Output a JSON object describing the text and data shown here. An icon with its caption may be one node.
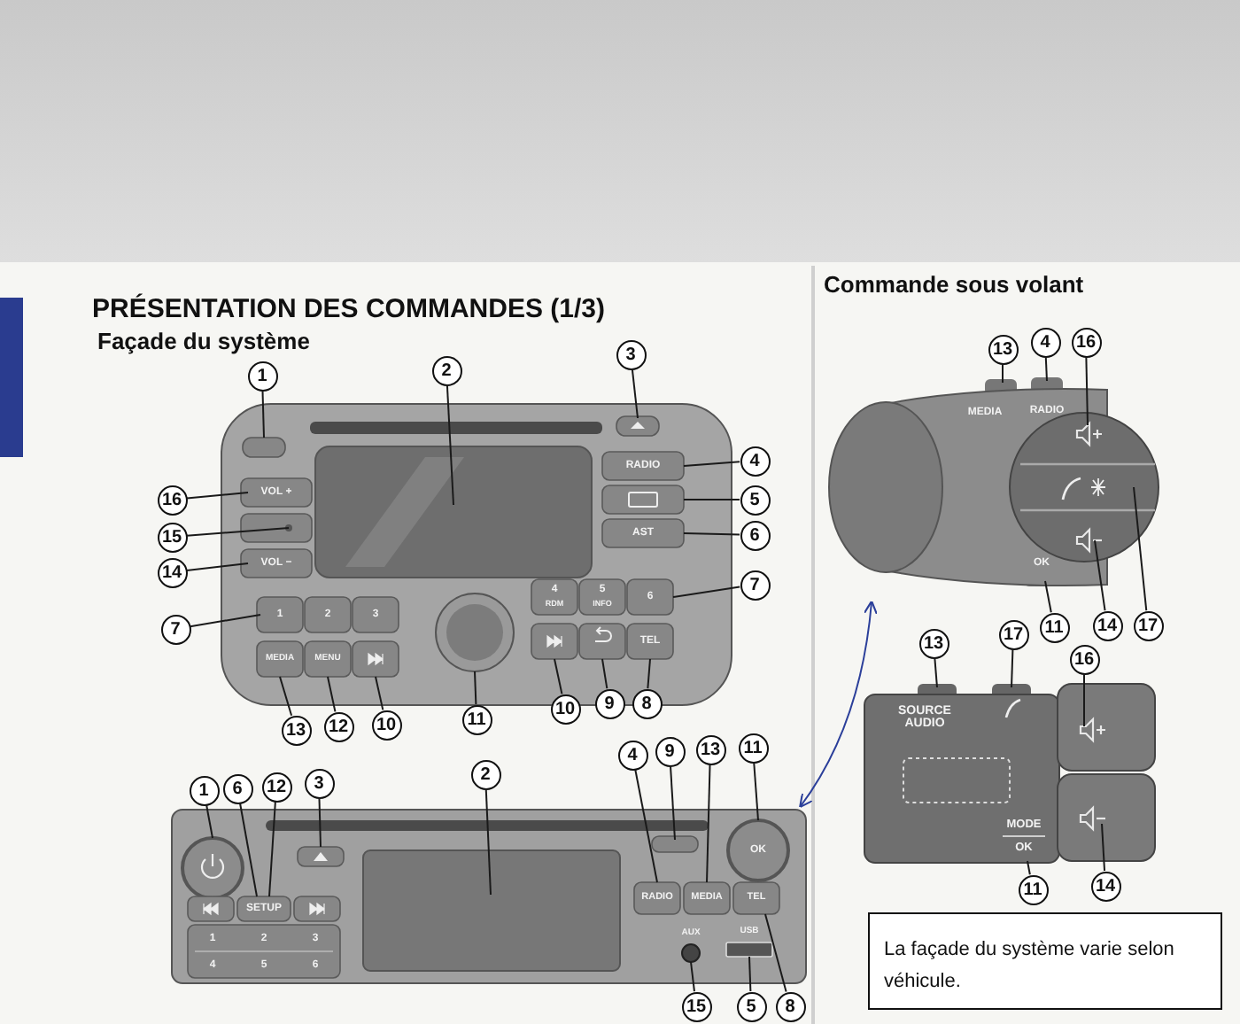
{
  "diagram": {
    "title": "PRÉSENTATION DES COMMANDES (1/3)",
    "nodes": [
      {
        "text": [],
        "shape": "picture"
      },
      {
        "text": [],
        "shape": "picture"
      },
      {
        "text": [],
        "shape": "picture"
      },
      {
        "text": [],
        "shape": "picture"
      },
      {
        "text": [
          "1"
        ]
      },
      {
        "text": [
          "2"
        ]
      },
      {
        "text": [
          "3"
        ]
      },
      {
        "text": [
          "16"
        ]
      },
      {
        "text": [
          "4"
        ]
      },
      {
        "text": [
          "15"
        ]
      },
      {
        "text": [
          "5"
        ]
      },
      {
        "text": [
          "14"
        ]
      },
      {
        "text": [
          "6"
        ]
      },
      {
        "text": [
          "7"
        ]
      },
      {
        "text": [
          "7"
        ]
      },
      {
        "text": [
          "13"
        ]
      },
      {
        "text": [
          "12"
        ]
      },
      {
        "text": [
          "10"
        ]
      },
      {
        "text": [
          "11"
        ]
      },
      {
        "text": [
          "10"
        ]
      },
      {
        "text": [
          "9"
        ]
      },
      {
        "text": [
          "8"
        ]
      },
      {
        "text": [
          "13"
        ]
      },
      {
        "text": [
          "4"
        ]
      },
      {
        "text": [
          "16"
        ]
      },
      {
        "text": [
          "11"
        ]
      },
      {
        "text": [
          "14"
        ]
      },
      {
        "text": [
          "17"
        ]
      },
      {
        "text": [
          "1"
        ]
      },
      {
        "text": [
          "6"
        ]
      },
      {
        "text": [
          "12"
        ]
      },
      {
        "text": [
          "3"
        ]
      },
      {
        "text": [
          "2"
        ]
      },
      {
        "text": [
          "4"
        ]
      },
      {
        "text": [
          "9"
        ]
      },
      {
        "text": [
          "13"
        ]
      },
      {
        "text": [
          "11"
        ]
      },
      {
        "text": [
          "13"
        ]
      },
      {
        "text": [
          "17"
        ]
      },
      {
        "text": [
          "16"
        ]
      },
      {
        "text": [
          "15"
        ]
      },
      {
        "text": [
          "5"
        ]
      },
      {
        "text": [
          "8"
        ]
      },
      {
        "text": [
          "11"
        ]
      },
      {
        "text": [
          "14"
        ]
      },
      {
        "text": [
          "La façade du système varie selon véhicule."
        ]
      }
    ],
    "edges": [
      {
        "from": 4,
        "to": 0,
        "arrow": "none"
      },
      {
        "from": 5,
        "to": 0,
        "arrow": "none"
      },
      {
        "from": 6,
        "to": 0,
        "arrow": "none"
      },
      {
        "from": 7,
        "to": 0,
        "arrow": "none"
      },
      {
        "from": 8,
        "to": 0,
        "arrow": "none"
      },
      {
        "from": 9,
        "to": 0,
        "arrow": "none"
      },
      {
        "from": 10,
        "to": 0,
        "arrow": "none"
      },
      {
        "from": 11,
        "to": 0,
        "arrow": "none"
      },
      {
        "from": 12,
        "to": 0,
        "arrow": "none"
      },
      {
        "from": 13,
        "to": 0,
        "arrow": "none"
      },
      {
        "from": 14,
        "to": 0,
        "arrow": "none"
      },
      {
        "from": 15,
        "to": 0,
        "arrow": "none"
      },
      {
        "from": 16,
        "to": 0,
        "arrow": "none"
      },
      {
        "from": 17,
        "to": 0,
        "arrow": "none"
      },
      {
        "from": 18,
        "to": 0,
        "arrow": "none"
      },
      {
        "from": 19,
        "to": 0,
        "arrow": "none"
      },
      {
        "from": 20,
        "to": 0,
        "arrow": "none"
      },
      {
        "from": 21,
        "to": 0,
        "arrow": "none"
      },
      {
        "from": 22,
        "to": 1,
        "arrow": "none"
      },
      {
        "from": 23,
        "to": 1,
        "arrow": "none"
      },
      {
        "from": 24,
        "to": 1,
        "arrow": "none"
      },
      {
        "from": 25,
        "to": 1,
        "arrow": "none"
      },
      {
        "from": 26,
        "to": 1,
        "arrow": "none"
      },
      {
        "from": 27,
        "to": 1,
        "arrow": "none"
      },
      {
        "from": 28,
        "to": 2,
        "arrow": "none"
      },
      {
        "from": 29,
        "to": 2,
        "arrow": "none"
      },
      {
        "from": 30,
        "to": 2,
        "arrow": "none"
      },
      {
        "from": 31,
        "to": 2,
        "arrow": "none"
      },
      {
        "from": 32,
        "to": 2,
        "arrow": "none"
      },
      {
        "from": 33,
        "to": 2,
        "arrow": "none"
      },
      {
        "from": 34,
        "to": 2,
        "arrow": "none"
      },
      {
        "from": 35,
        "to": 2,
        "arrow": "none"
      },
      {
        "from": 36,
        "to": 2,
        "arrow": "none"
      },
      {
        "from": 37,
        "to": 3,
        "arrow": "none"
      },
      {
        "from": 38,
        "to": 3,
        "arrow": "none"
      },
      {
        "from": 39,
        "to": 3,
        "arrow": "none"
      },
      {
        "from": 40,
        "to": 2,
        "arrow": "none"
      },
      {
        "from": 41,
        "to": 2,
        "arrow": "none"
      },
      {
        "from": 42,
        "to": 2,
        "arrow": "none"
      },
      {
        "from": 43,
        "to": 3,
        "arrow": "none"
      },
      {
        "from": 44,
        "to": 3,
        "arrow": "none"
      },
      {
        "from": 2,
        "to": 1,
        "arrow": "both",
        "color": "#2b3f9a"
      }
    ],
    "labels": [
      "Façade du système",
      "Commande sous volant",
      "RADIO",
      "AST",
      "VOL +",
      "VOL −",
      "1",
      "2",
      "3",
      "4",
      "RDM",
      "5",
      "INFO",
      "6",
      "MEDIA",
      "MENU",
      "TEL",
      "SETUP",
      "1",
      "2",
      "3",
      "4",
      "5",
      "6",
      "RADIO",
      "MEDIA",
      "TEL",
      "AUX",
      "USB",
      "OK",
      "MEDIA",
      "RADIO",
      "OK",
      "SOURCE AUDIO",
      "MODE",
      "OK"
    ]
  }
}
